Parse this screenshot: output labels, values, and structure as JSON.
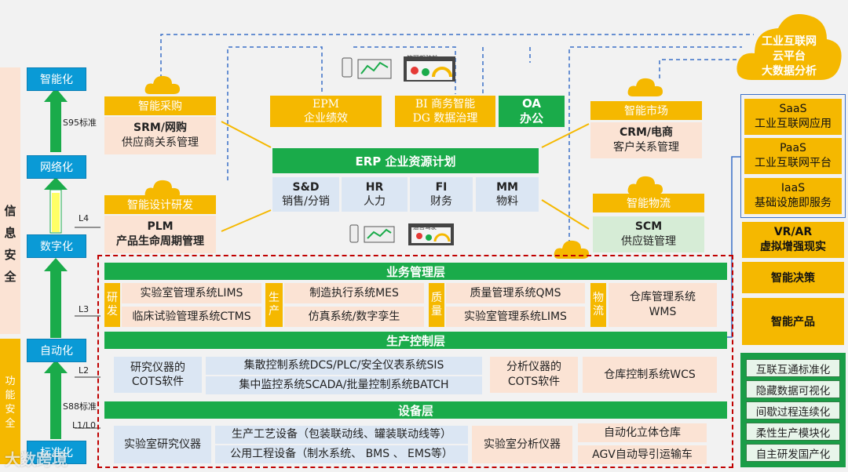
{
  "left_column": {
    "info_security": "信\n息\n安\n全",
    "func_safety": "功能\n安全",
    "levels": [
      "智能化",
      "网络化",
      "数字化",
      "自动化",
      "标准化"
    ],
    "s95": "S95标准",
    "s88": "S88标准",
    "l4": "L4",
    "l3": "L3",
    "l2": "L2",
    "l1l0": "L1/L0"
  },
  "top_left": {
    "smart_purchase": "智能采购",
    "srm_title": "SRM/网购",
    "srm_sub": "供应商关系管理",
    "smart_design": "智能设计研发",
    "plm_title": "PLM",
    "plm_sub": "产品生命周期管理"
  },
  "top_center": {
    "epm_line1": "EPM",
    "epm_line2": "企业绩效",
    "bi_line1": "BI 商务智能",
    "bi_line2": "DG 数据治理",
    "oa_line1": "OA",
    "oa_line2": "办公",
    "erp_title": "ERP 企业资源计划",
    "erp_modules": [
      {
        "a": "S&D",
        "b": "销售/分销"
      },
      {
        "a": "HR",
        "b": "人力"
      },
      {
        "a": "FI",
        "b": "财务"
      },
      {
        "a": "MM",
        "b": "物料"
      }
    ],
    "dash_label1": "管理驾驶舱",
    "dash_label2": "运营驾驶"
  },
  "top_right": {
    "smart_market": "智能市场",
    "crm_title": "CRM/电商",
    "crm_sub": "客户关系管理",
    "smart_logistics": "智能物流",
    "scm_title": "SCM",
    "scm_sub": "供应链管理",
    "cloud_line1": "工业互联网",
    "cloud_line2": "云平台",
    "cloud_line3": "大数据分析"
  },
  "right_panel": {
    "saas_a": "SaaS",
    "saas_b": "工业互联网应用",
    "paas_a": "PaaS",
    "paas_b": "工业互联网平台",
    "iaas_a": "IaaS",
    "iaas_b": "基础设施即服务",
    "vr_a": "VR/AR",
    "vr_b": "虚拟增强现实",
    "decision": "智能决策",
    "product": "智能产品",
    "list": [
      "互联互通标准化",
      "隐藏数据可视化",
      "间歇过程连续化",
      "柔性生产模块化",
      "自主研发国产化"
    ]
  },
  "business_layer": {
    "title": "业务管理层",
    "rd_tag": "研\n发",
    "rd_items": [
      "实验室管理系统LIMS",
      "临床试验管理系统CTMS"
    ],
    "prod_tag": "生\n产",
    "prod_items": [
      "制造执行系统MES",
      "仿真系统/数字孪生"
    ],
    "qa_tag": "质\n量",
    "qa_items": [
      "质量管理系统QMS",
      "实验室管理系统LIMS"
    ],
    "log_tag": "物\n流",
    "log_items": [
      "仓库管理系统",
      "WMS"
    ]
  },
  "control_layer": {
    "title": "生产控制层",
    "instr_a": "研究仪器的",
    "instr_b": "COTS软件",
    "dcs": "集散控制系统DCS/PLC/安全仪表系统SIS",
    "scada": "集中监控系统SCADA/批量控制系统BATCH",
    "analyzer_a": "分析仪器的",
    "analyzer_b": "COTS软件",
    "wcs": "仓库控制系统WCS"
  },
  "device_layer": {
    "title": "设备层",
    "lab_research": "实验室研究仪器",
    "process_equip": "生产工艺设备（包装联动线、罐装联动线等）",
    "utility_equip": "公用工程设备（制水系统、 BMS 、 EMS等）",
    "lab_analysis": "实验室分析仪器",
    "auto_warehouse": "自动化立体仓库",
    "agv": "AGV自动导引运输车"
  },
  "watermark": "大数跨境",
  "colors": {
    "blue": "#0a9ad6",
    "gold": "#f5b800",
    "green": "#1aab4a",
    "peach": "#fbe3d4",
    "light_blue": "#dbe6f3",
    "red_dash": "#c00000",
    "dash_blue": "#3a6fc8"
  }
}
